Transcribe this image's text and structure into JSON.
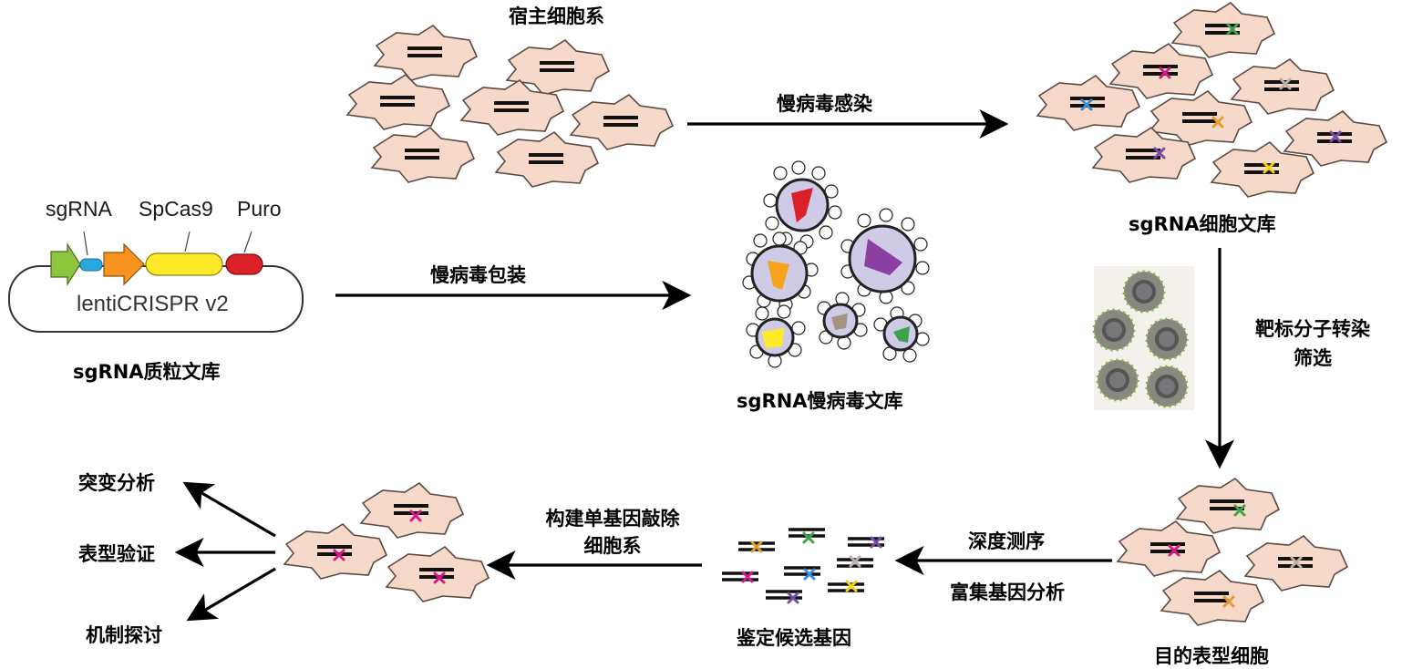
{
  "labels": {
    "host_cells": "宿主细胞系",
    "lentiviral_infection": "慢病毒感染",
    "sgrna_cell_library": "sgRNA细胞文库",
    "lentiviral_packaging": "慢病毒包装",
    "sgrna_plasmid_library": "sgRNA质粒文库",
    "sgrna_lentivirus_library": "sgRNA慢病毒文库",
    "target_transfection_line1": "靶标分子转染",
    "target_transfection_line2": "筛选",
    "target_phenotype_cells": "目的表型细胞",
    "deep_sequencing": "深度测序",
    "enrichment_analysis": "富集基因分析",
    "candidate_genes": "鉴定候选基因",
    "ko_line1": "构建单基因敲除",
    "ko_line2": "细胞系",
    "mutation_analysis": "突变分析",
    "phenotype_validation": "表型验证",
    "mechanism": "机制探讨"
  },
  "plasmid": {
    "sgrna": "sgRNA",
    "spcas9": "SpCas9",
    "puro": "Puro",
    "name": "lentiCRISPR v2"
  },
  "colors": {
    "cell_fill": "#f6d9c9",
    "cell_stroke": "#5a4a42",
    "mark_green": "#3fa34d",
    "mark_magenta": "#d6198a",
    "mark_blue": "#3c8fd6",
    "mark_orange": "#e59a2c",
    "mark_purple": "#7a4aa8",
    "mark_yellow": "#f2d21b",
    "mark_grey": "#b9b3a6",
    "virus_fill": "#cfcbe6"
  }
}
